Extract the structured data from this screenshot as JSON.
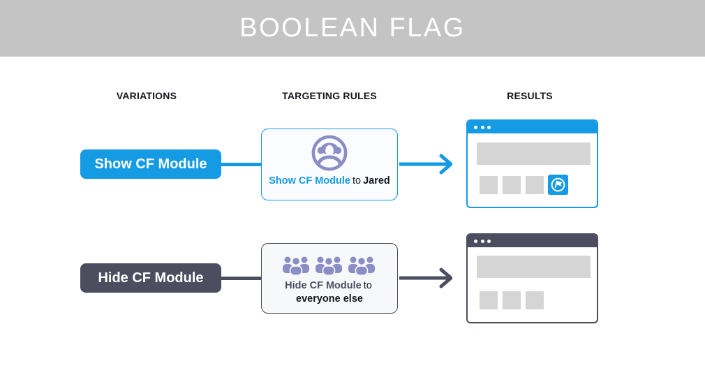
{
  "banner": {
    "title": "BOOLEAN FLAG"
  },
  "columns": {
    "variations": "VARIATIONS",
    "targeting_rules": "TARGETING RULES",
    "results": "RESULTS"
  },
  "colors": {
    "accent_blue": "#159be4",
    "accent_dark": "#4c4e60",
    "icon_periwinkle": "#8b8ec4",
    "placeholder_gray": "#d5d5d5",
    "band_gray": "#c4c4c4"
  },
  "rows": [
    {
      "variation_label": "Show CF Module",
      "rule": {
        "flag_name": "Show CF Module",
        "connector_word": "to",
        "audience": "Jared",
        "icon": "single-user-icon"
      },
      "result": {
        "has_cf_module": true
      }
    },
    {
      "variation_label": "Hide CF Module",
      "rule": {
        "flag_name": "Hide CF Module",
        "connector_word": "to",
        "audience": "everyone else",
        "icon": "crowd-icon"
      },
      "result": {
        "has_cf_module": false
      }
    }
  ]
}
